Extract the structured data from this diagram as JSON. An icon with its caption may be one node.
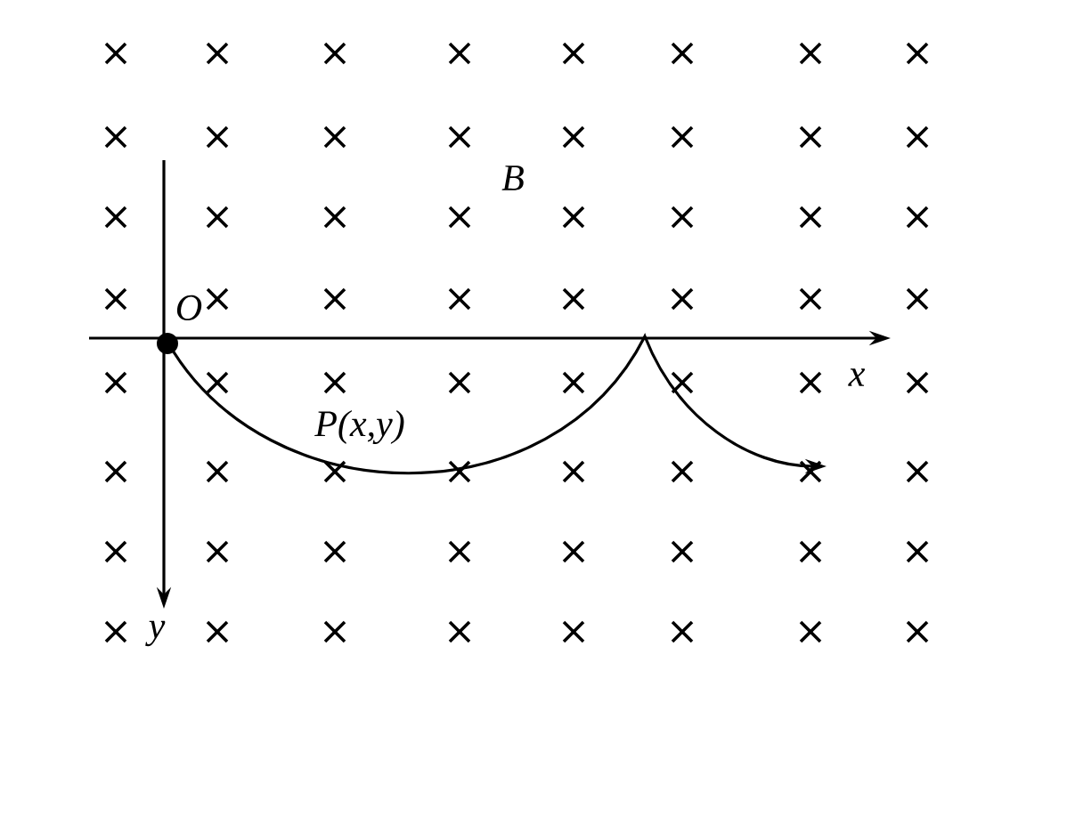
{
  "diagram": {
    "labels": [
      "B",
      "O",
      "P(x,y)",
      "x",
      "y"
    ]
  }
}
